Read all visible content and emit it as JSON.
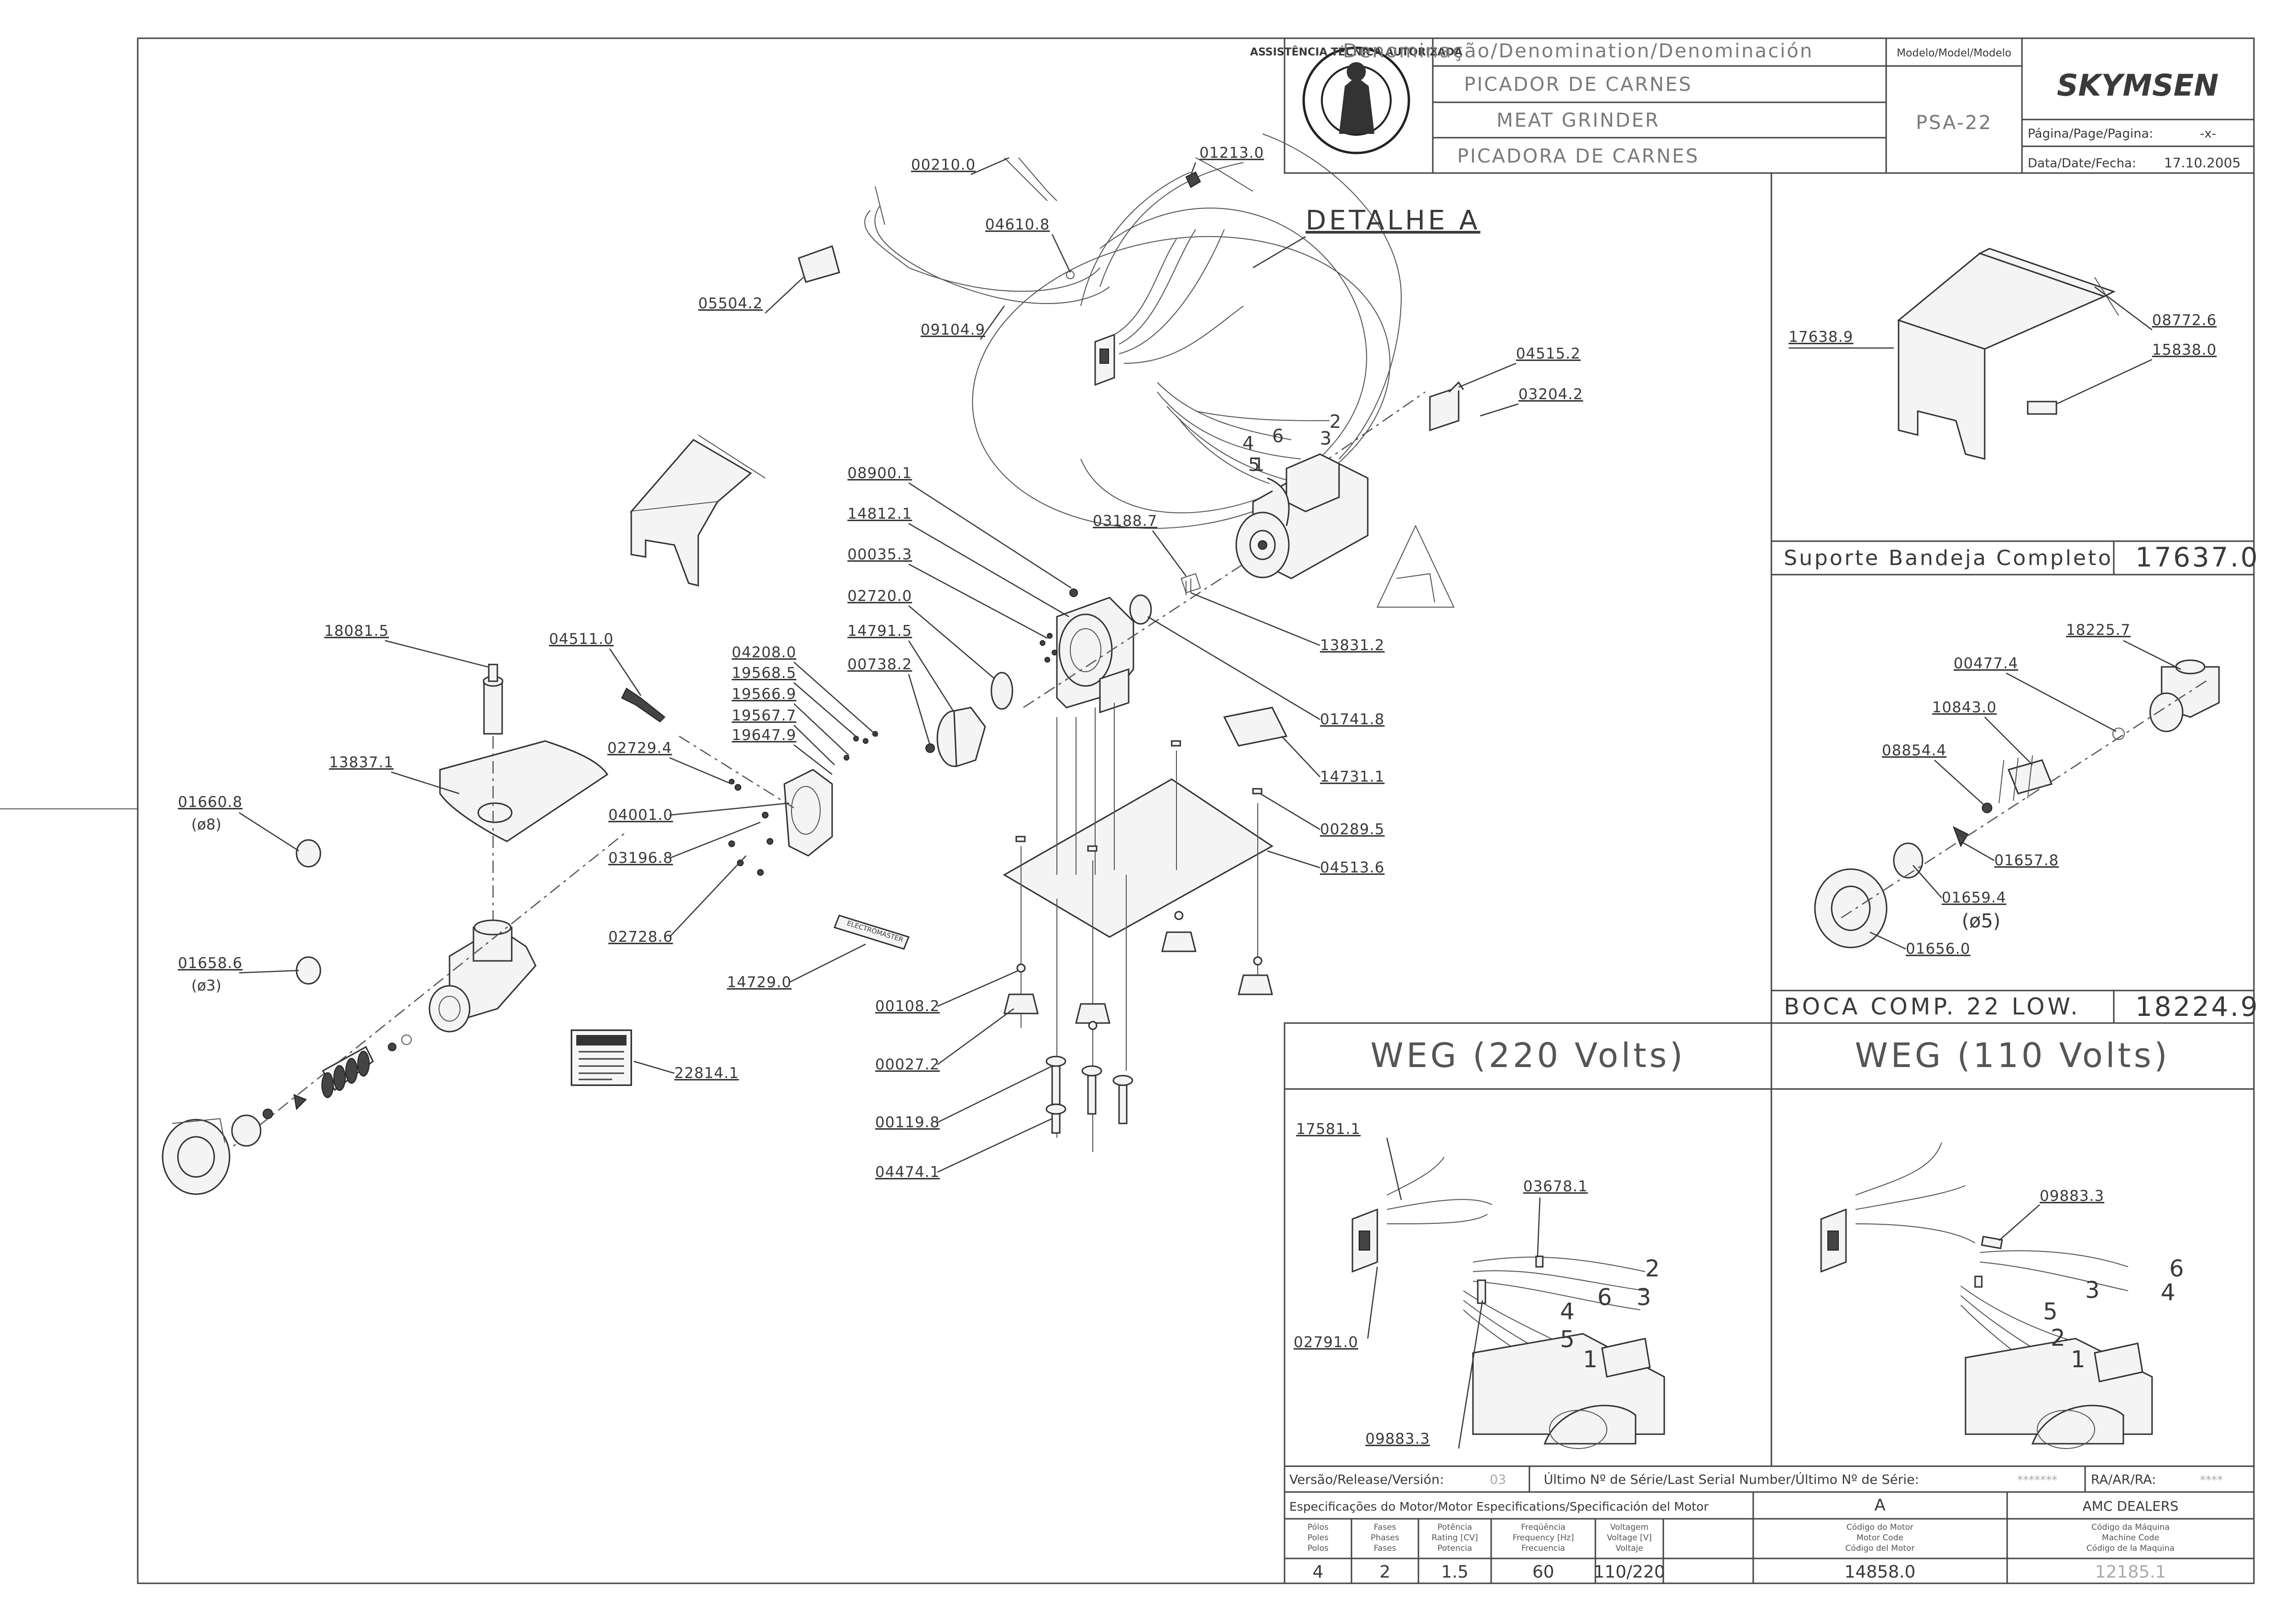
{
  "title_block": {
    "denomination_header": "Denominação/Denomination/Denominación",
    "name_pt": "PICADOR DE CARNES",
    "name_en": "MEAT GRINDER",
    "name_es": "PICADORA DE CARNES",
    "model_header": "Modelo/Model/Modelo",
    "model": "PSA-22",
    "brand": "SKYMSEN",
    "seal_text": "ASSISTÊNCIA TÉCNICA AUTORIZADA",
    "page_label": "Página/Page/Pagina:",
    "page_value": "-x-",
    "date_label": "Data/Date/Fecha:",
    "date_value": "17.10.2005"
  },
  "detail_label": "DETALHE A",
  "tray_panel": {
    "caption": "Suporte Bandeja Completo",
    "code": "17637.0",
    "parts": [
      "17638.9",
      "08772.6",
      "15838.0"
    ]
  },
  "mouth_panel": {
    "caption": "BOCA COMP. 22 LOW.",
    "code": "18224.9",
    "parts": [
      "18225.7",
      "00477.4",
      "10843.0",
      "08854.4",
      "01657.8",
      "01659.4",
      "(ø5)",
      "01656.0"
    ]
  },
  "motor_220": {
    "title": "WEG (220 Volts)",
    "parts": [
      "17581.1",
      "03678.1",
      "02791.0",
      "09883.3"
    ],
    "wires": [
      "2",
      "6",
      "3",
      "4",
      "5",
      "1"
    ]
  },
  "motor_110": {
    "title": "WEG (110 Volts)",
    "parts": [
      "09883.3"
    ],
    "wires": [
      "6",
      "3",
      "4",
      "5",
      "2",
      "1"
    ]
  },
  "main_parts": {
    "p00210": "00210.0",
    "p01213": "01213.0",
    "p04610": "04610.8",
    "p05504": "05504.2",
    "p09104": "09104.9",
    "p04515": "04515.2",
    "p03204": "03204.2",
    "p08900": "08900.1",
    "p14812": "14812.1",
    "p00035": "00035.3",
    "p02720": "02720.0",
    "p14791": "14791.5",
    "p00738": "00738.2",
    "p03188": "03188.7",
    "p13831": "13831.2",
    "p01741": "01741.8",
    "p14731": "14731.1",
    "p00289": "00289.5",
    "p04513": "04513.6",
    "p18081": "18081.5",
    "p04511": "04511.0",
    "p04208": "04208.0",
    "p19568": "19568.5",
    "p19566": "19566.9",
    "p19567": "19567.7",
    "p19647": "19647.9",
    "p02729": "02729.4",
    "p13837": "13837.1",
    "p04001": "04001.0",
    "p03196": "03196.8",
    "p02728": "02728.6",
    "p01660": "01660.8",
    "p01660d": "(ø8)",
    "p01658": "01658.6",
    "p01658d": "(ø3)",
    "p14729": "14729.0",
    "p22814": "22814.1",
    "p00108": "00108.2",
    "p00027": "00027.2",
    "p00119": "00119.8",
    "p04474": "04474.1",
    "detail_wires": [
      "2",
      "6",
      "3",
      "4",
      "5",
      "1"
    ],
    "sticker_brand": "ELECTROMASTER"
  },
  "release": {
    "release_label": "Versão/Release/Versión:",
    "release_value": "03",
    "serial_label": "Último Nº de Série/Last Serial Number/Último Nº de Série:",
    "serial_value": "*******",
    "ra_label": "RA/AR/RA:",
    "ra_value": "****"
  },
  "motor_spec": {
    "header": "Especificações do Motor/Motor Especifications/Specificación del Motor",
    "col_a": "A",
    "col_dealers": "AMC DEALERS",
    "h_poles": [
      "Pólos",
      "Poles",
      "Polos"
    ],
    "h_phases": [
      "Fases",
      "Phases",
      "Fases"
    ],
    "h_power": [
      "Potência",
      "Rating [CV]",
      "Potencia"
    ],
    "h_freq": [
      "Freqüência",
      "Frequency [Hz]",
      "Frecuencia"
    ],
    "h_volt": [
      "Voltagem",
      "Voltage [V]",
      "Voltaje"
    ],
    "h_motor_code": [
      "Código do Motor",
      "Motor Code",
      "Código del Motor"
    ],
    "h_machine_code": [
      "Código da Máquina",
      "Machine Code",
      "Código de la Maquina"
    ],
    "poles": "4",
    "phases": "2",
    "power": "1.5",
    "frequency": "60",
    "voltage": "110/220",
    "motor_code": "14858.0",
    "machine_code": "12185.1"
  }
}
